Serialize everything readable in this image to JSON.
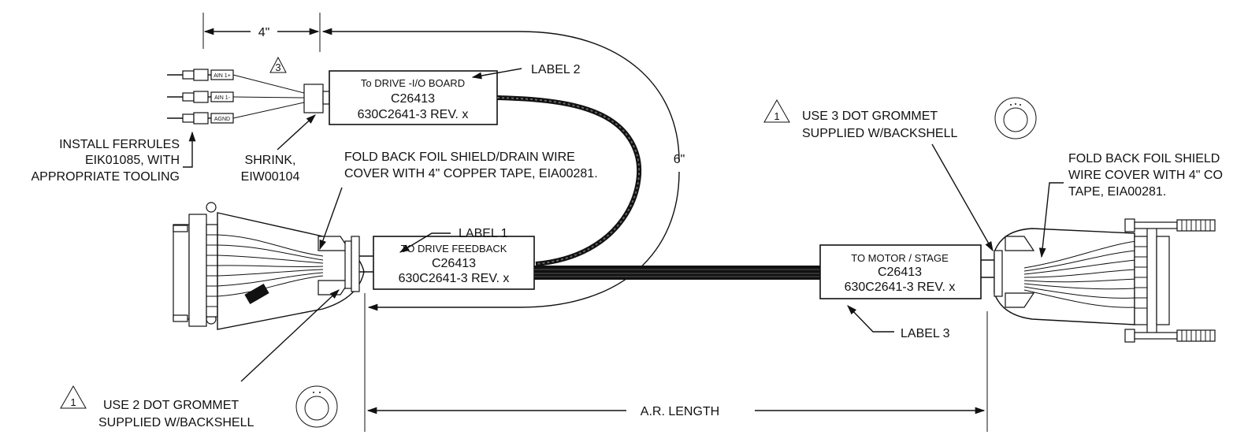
{
  "dimensions": {
    "four_inch": "4\"",
    "six_inch": "6\"",
    "ar_length": "A.R. LENGTH"
  },
  "notes": {
    "ferrules": [
      "INSTALL FERRULES",
      "EIK01085, WITH",
      "APPROPRIATE TOOLING"
    ],
    "shrink": [
      "SHRINK,",
      "EIW00104"
    ],
    "fold_back_left": [
      "FOLD BACK FOIL SHIELD/DRAIN WIRE",
      "COVER WITH 4\" COPPER TAPE, EIA00281."
    ],
    "fold_back_right": [
      "FOLD BACK FOIL SHIELD",
      "WIRE COVER WITH 4\" CO",
      "TAPE, EIA00281."
    ],
    "grommet_3dot": [
      "USE 3 DOT GROMMET",
      "SUPPLIED W/BACKSHELL"
    ],
    "grommet_2dot": [
      "USE 2 DOT GROMMET",
      "SUPPLIED W/BACKSHELL"
    ],
    "delta_1": "1",
    "delta_3": "3"
  },
  "wire_tags": [
    "AIN 1+",
    "AIN 1-",
    "AGND"
  ],
  "label_callouts": {
    "label1": "LABEL 1",
    "label2": "LABEL 2",
    "label3": "LABEL 3"
  },
  "labels": {
    "io_board": {
      "line1": "To DRIVE -I/O BOARD",
      "line2": "C26413",
      "line3": "630C2641-3  REV. x"
    },
    "feedback": {
      "line1": "TO DRIVE FEEDBACK",
      "line2": "C26413",
      "line3": "630C2641-3  REV. x"
    },
    "motor": {
      "line1": "TO MOTOR / STAGE",
      "line2": "C26413",
      "line3": "630C2641-3  REV. x"
    }
  }
}
